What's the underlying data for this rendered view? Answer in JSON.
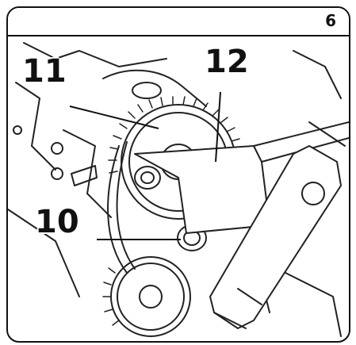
{
  "page_number": "6",
  "callouts": {
    "c10": "10",
    "c11": "11",
    "c12": "12"
  },
  "colors": {
    "ink": "#111111",
    "paper": "#ffffff"
  }
}
